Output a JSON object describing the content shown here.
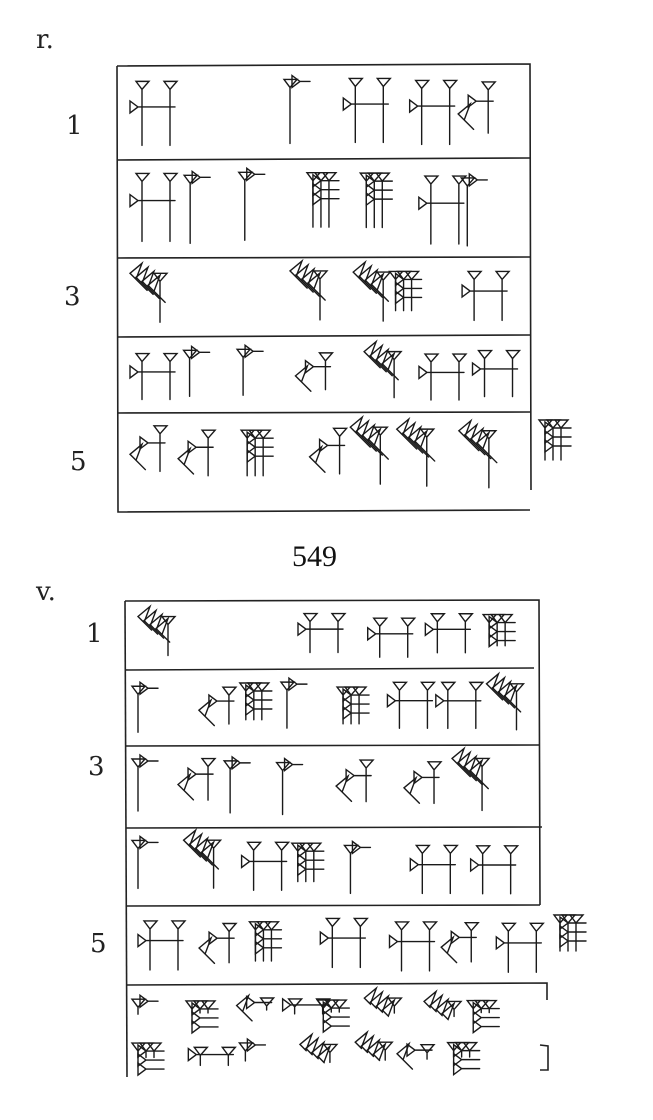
{
  "tablet_number": "549",
  "obverse": {
    "side_label": "r.",
    "line_numbers": [
      "1",
      "3",
      "5"
    ]
  },
  "reverse": {
    "side_label": "v.",
    "line_numbers": [
      "1",
      "3",
      "5"
    ]
  },
  "colors": {
    "ink": "#1a1a1a",
    "paper": "#ffffff"
  }
}
